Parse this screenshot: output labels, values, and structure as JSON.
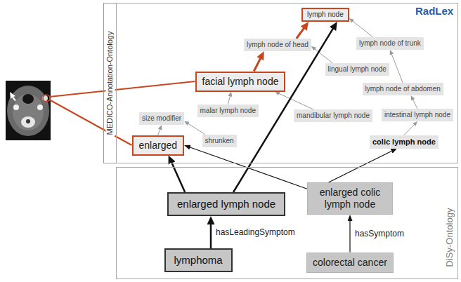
{
  "diagram": {
    "nodes": [
      {
        "text": [
          "MEDICO-Annotation-Ontology"
        ]
      },
      {
        "text": [
          "RadLex"
        ]
      },
      {
        "text": [
          "lymph node"
        ],
        "in": 1
      },
      {
        "text": [
          "lymph node of head"
        ],
        "in": 1
      },
      {
        "text": [
          "lymph node of trunk"
        ],
        "in": 1
      },
      {
        "text": [
          "lingual lymph node"
        ],
        "in": 1
      },
      {
        "text": [
          "facial lymph node"
        ],
        "in": 1
      },
      {
        "text": [
          "lymph node of abdomen"
        ],
        "in": 1
      },
      {
        "text": [
          "size modifier"
        ],
        "in": 1
      },
      {
        "text": [
          "malar lymph node"
        ],
        "in": 1
      },
      {
        "text": [
          "mandibular lymph node"
        ],
        "in": 1
      },
      {
        "text": [
          "intestinal lymph node"
        ],
        "in": 1
      },
      {
        "text": [
          "shrunken"
        ],
        "in": 1
      },
      {
        "text": [
          "enlarged"
        ],
        "in": 1
      },
      {
        "text": [
          "colic lymph node"
        ],
        "in": 1
      },
      {
        "text": [
          "DiSy-Ontology"
        ]
      },
      {
        "text": [
          "enlarged lymph node"
        ],
        "in": 15
      },
      {
        "text": [
          "enlarged colic lymph node"
        ],
        "in": 15
      },
      {
        "text": [
          "lymphoma"
        ],
        "in": 15
      },
      {
        "text": [
          "colorectal cancer"
        ],
        "in": 15
      }
    ],
    "edges": [
      {
        "from": 6,
        "to": 3,
        "arrow": "to"
      },
      {
        "from": 3,
        "to": 2,
        "arrow": "to"
      },
      {
        "from": 4,
        "to": 2,
        "arrow": "to"
      },
      {
        "from": 5,
        "to": 3,
        "arrow": "to"
      },
      {
        "from": 9,
        "to": 6,
        "arrow": "to"
      },
      {
        "from": 10,
        "to": 6,
        "arrow": "to"
      },
      {
        "from": 12,
        "to": 8,
        "arrow": "to"
      },
      {
        "from": 13,
        "to": 8,
        "arrow": "to"
      },
      {
        "from": 7,
        "to": 4,
        "arrow": "to"
      },
      {
        "from": 11,
        "to": 7,
        "arrow": "to"
      },
      {
        "from": 14,
        "to": 11,
        "arrow": "to"
      },
      {
        "from": 16,
        "to": 13,
        "arrow": "to"
      },
      {
        "from": 16,
        "to": 2,
        "arrow": "to"
      },
      {
        "from": 17,
        "to": 13,
        "arrow": "to"
      },
      {
        "from": 17,
        "to": 14,
        "arrow": "to"
      },
      {
        "from": 18,
        "to": 16,
        "label": "hasLeadingSymptom",
        "arrow": "to"
      },
      {
        "from": 19,
        "to": 17,
        "label": "hasSymptom",
        "arrow": "to"
      }
    ]
  }
}
